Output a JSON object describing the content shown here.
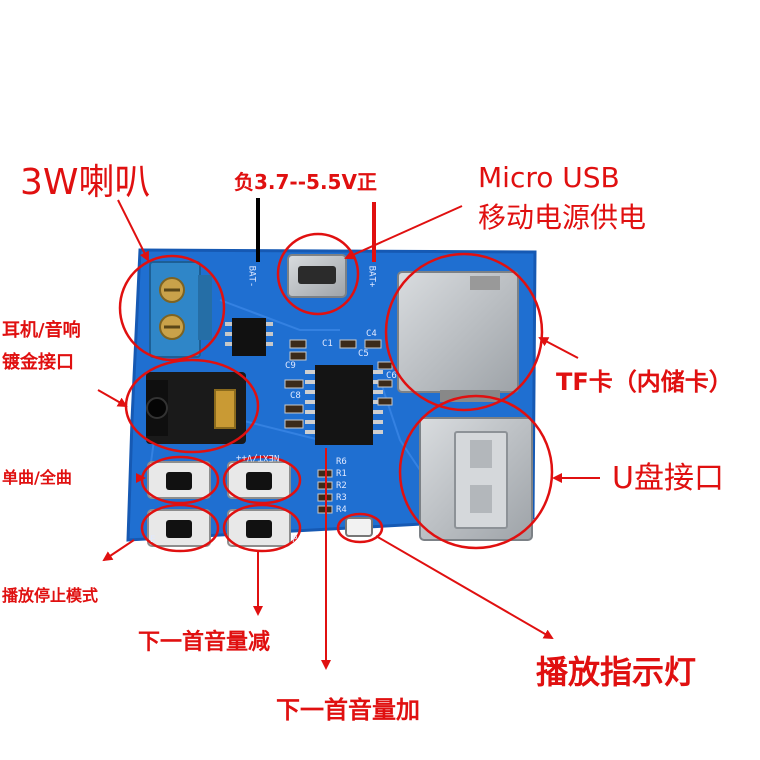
{
  "labels": {
    "speaker": "3W喇叭",
    "power": "负3.7--5.5V正",
    "usb_line1": "Micro USB",
    "usb_line2": "移动电源供电",
    "earphone_line1": "耳机/音响",
    "earphone_line2": "镀金接口",
    "tf_card": "TF卡（内储卡）",
    "single_all": "单曲/全曲",
    "play_stop_mode": "播放停止模式",
    "u_disk": "U盘接口",
    "next_vol_down": "下一首音量减",
    "next_vol_up": "下一首音量加",
    "play_indicator": "播放指示灯"
  },
  "silkscreen": {
    "bat_minus": "BAT-",
    "bat_plus": "BAT+",
    "next_vol": "NEXT/V++",
    "c1": "C1",
    "c4": "C4",
    "c5": "C5",
    "c6": "C6",
    "r1": "R1",
    "r2": "R2",
    "r3": "R3",
    "r4": "R4",
    "r6": "R6",
    "c8": "C8",
    "c9": "C9",
    "pw": "P",
    "e": "E"
  },
  "colors": {
    "board": "#1f6fd1",
    "board_dark": "#1659b3",
    "annotation": "#e01010",
    "terminal": "#2f86c8",
    "metal": "#bfc3c8"
  }
}
